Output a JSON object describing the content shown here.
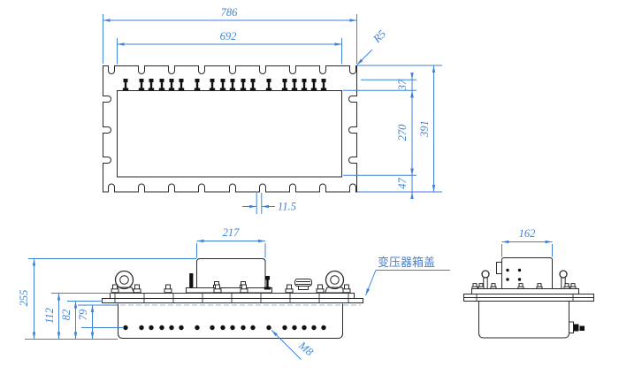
{
  "labels": {
    "cover_name": "变压器箱盖",
    "thread_callout": "M8",
    "radius_callout": "R5"
  },
  "dimensions": {
    "overall_width": "786",
    "inner_width": "692",
    "stud_row_offset": "37",
    "inner_height": "270",
    "overall_height": "391",
    "bottom_margin": "47",
    "notch_width": "11.5",
    "terminal_box_width": "217",
    "front_overall_height": "255",
    "flange_to_bottom": "112",
    "cover_top_to_holes": "82",
    "cover_bottom_to_holes": "79",
    "side_box_width": "162"
  },
  "colors": {
    "line": "#2a2a2a",
    "dimension": "#3f82d6",
    "hidden_line": "#a6c9e8",
    "background": "#ffffff"
  },
  "geometry": {
    "fastener_x": [
      142,
      160,
      171,
      183,
      194,
      205,
      223,
      240,
      252,
      263,
      275,
      286,
      304,
      322,
      333,
      344,
      355,
      366
    ],
    "top_notch_x": [
      126,
      160,
      194,
      228,
      263,
      297,
      331,
      365,
      399
    ],
    "side_notch_y": [
      112,
      147,
      181
    ],
    "flange_tick_x": [
      130,
      163,
      196,
      229,
      262,
      295,
      328,
      361,
      394
    ],
    "front_bolt_x": [
      130,
      155,
      190,
      246,
      276,
      327,
      362,
      392
    ],
    "side_bolt_x": [
      537,
      544,
      558,
      589,
      610,
      641,
      648
    ],
    "side_tick_x": [
      539,
      648
    ]
  }
}
